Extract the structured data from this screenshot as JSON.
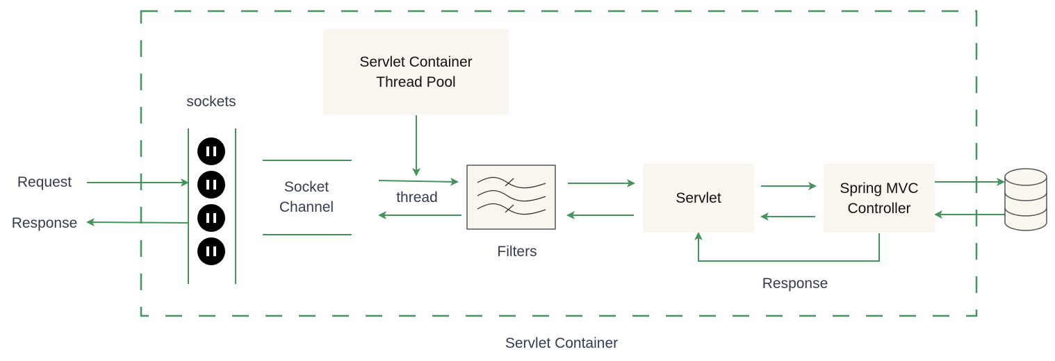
{
  "colors": {
    "accent_green": "#43945a",
    "box_fill": "#f9f6ef",
    "label_text": "#353a50",
    "box_text": "#111111",
    "socket_fill": "#000000"
  },
  "container": {
    "label": "Servlet Container",
    "style": "dashed"
  },
  "nodes": {
    "thread_pool": {
      "label": "Servlet Container\nThread Pool"
    },
    "sockets": {
      "label": "sockets",
      "count": 4,
      "icon": "socket-outlet-icon"
    },
    "socket_channel": {
      "label": "Socket\nChannel"
    },
    "filters": {
      "label": "Filters",
      "icon": "filter-waves-icon"
    },
    "servlet": {
      "label": "Servlet"
    },
    "controller": {
      "label": "Spring MVC\nController"
    },
    "database": {
      "icon": "database-icon"
    }
  },
  "edge_labels": {
    "request": "Request",
    "response_out": "Response",
    "thread": "thread",
    "controller_response": "Response"
  },
  "edges": [
    {
      "from": "client",
      "to": "sockets",
      "label": "Request"
    },
    {
      "from": "sockets",
      "to": "client",
      "label": "Response"
    },
    {
      "from": "thread_pool",
      "to": "thread_edge",
      "label": ""
    },
    {
      "from": "socket_channel",
      "to": "filters",
      "label": "thread"
    },
    {
      "from": "filters",
      "to": "socket_channel",
      "label": ""
    },
    {
      "from": "filters",
      "to": "servlet",
      "label": ""
    },
    {
      "from": "servlet",
      "to": "filters",
      "label": ""
    },
    {
      "from": "servlet",
      "to": "controller",
      "label": ""
    },
    {
      "from": "controller",
      "to": "servlet",
      "label": ""
    },
    {
      "from": "controller",
      "to": "servlet",
      "label": "Response",
      "routing": "below"
    },
    {
      "from": "controller",
      "to": "database",
      "label": ""
    },
    {
      "from": "database",
      "to": "controller",
      "label": ""
    }
  ]
}
